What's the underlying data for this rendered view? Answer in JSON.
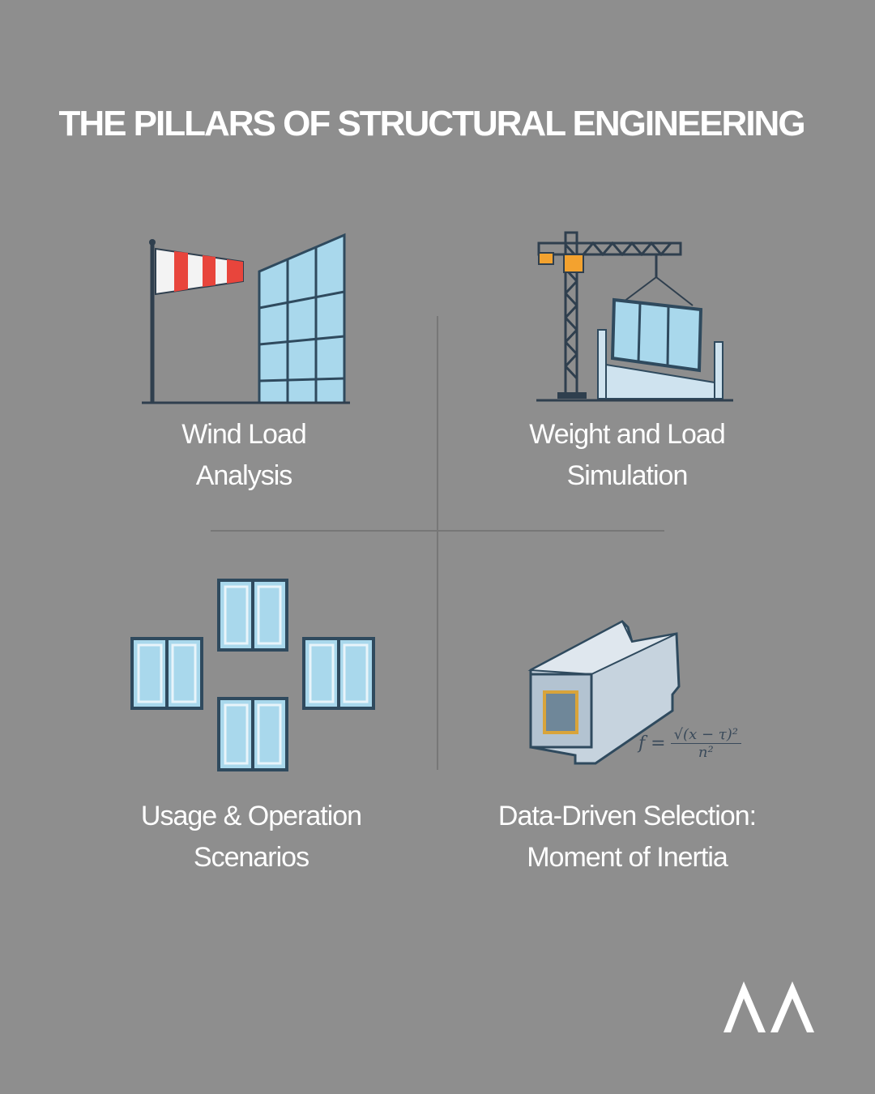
{
  "title": "THE PILLARS OF STRUCTURAL ENGINEERING",
  "pillars": [
    {
      "line1": "Wind Load",
      "line2": "Analysis",
      "icon": "windsock-glass-facade-icon"
    },
    {
      "line1": "Weight and Load",
      "line2": "Simulation",
      "icon": "crane-lifting-window-icon"
    },
    {
      "line1": "Usage & Operation",
      "line2": "Scenarios",
      "icon": "window-opening-types-icon"
    },
    {
      "line1": "Data-Driven Selection:",
      "line2": "Moment of Inertia",
      "icon": "aluminum-profile-formula-icon"
    }
  ],
  "formula": {
    "lhs": "f =",
    "numerator": "√(x − τ)²",
    "denominator": "n²"
  },
  "logo": {
    "text": "ΛΛ"
  },
  "colors": {
    "background": "#8e8e8e",
    "text": "#ffffff",
    "glass": "#a9d8ec",
    "frame": "#2f4a5e",
    "accent": "#e8453c"
  }
}
